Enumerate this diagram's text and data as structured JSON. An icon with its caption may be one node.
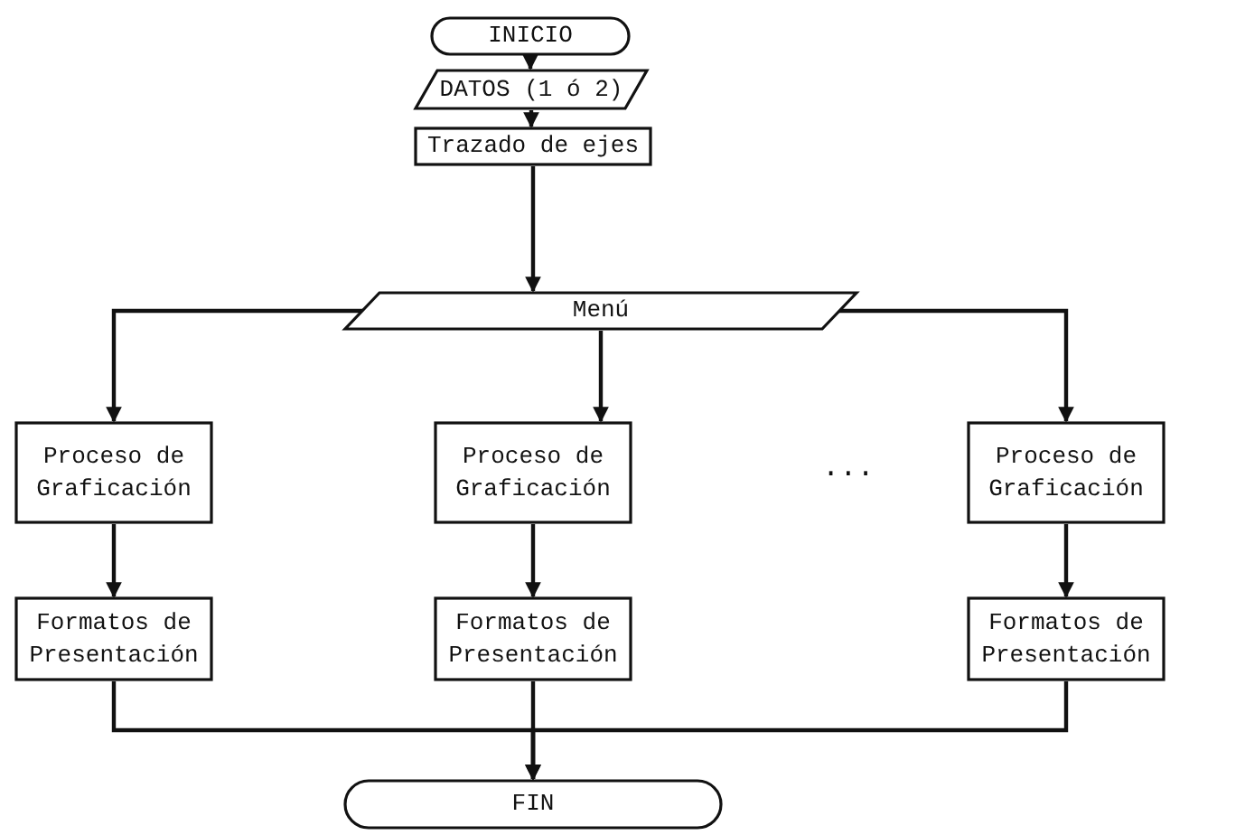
{
  "diagram": {
    "nodes": [
      {
        "text": [
          "INICIO"
        ]
      },
      {
        "text": [
          "DATOS (1 ó 2)"
        ]
      },
      {
        "text": [
          "Trazado de ejes"
        ]
      },
      {
        "text": [
          "Menú"
        ]
      },
      {
        "text": [
          "Proceso de Graficación"
        ]
      },
      {
        "text": [
          "Proceso de Graficación"
        ]
      },
      {
        "text": [
          "Proceso de Graficación"
        ]
      },
      {
        "text": [
          "Formatos de Presentación"
        ]
      },
      {
        "text": [
          "Formatos de Presentación"
        ]
      },
      {
        "text": [
          "Formatos de Presentación"
        ]
      },
      {
        "text": [
          "FIN"
        ]
      }
    ],
    "edges": [
      {
        "from": 0,
        "to": 1,
        "arrow": "to"
      },
      {
        "from": 1,
        "to": 2,
        "arrow": "to"
      },
      {
        "from": 2,
        "to": 3,
        "arrow": "to"
      },
      {
        "from": 3,
        "to": 4,
        "arrow": "to"
      },
      {
        "from": 3,
        "to": 5,
        "arrow": "to"
      },
      {
        "from": 3,
        "to": 6,
        "arrow": "to"
      },
      {
        "from": 4,
        "to": 7,
        "arrow": "to"
      },
      {
        "from": 5,
        "to": 8,
        "arrow": "to"
      },
      {
        "from": 6,
        "to": 9,
        "arrow": "to"
      },
      {
        "from": 7,
        "to": 10,
        "arrow": "to"
      },
      {
        "from": 8,
        "to": 10,
        "arrow": "to"
      },
      {
        "from": 9,
        "to": 10,
        "arrow": "to"
      }
    ],
    "labels": [
      "..."
    ]
  }
}
